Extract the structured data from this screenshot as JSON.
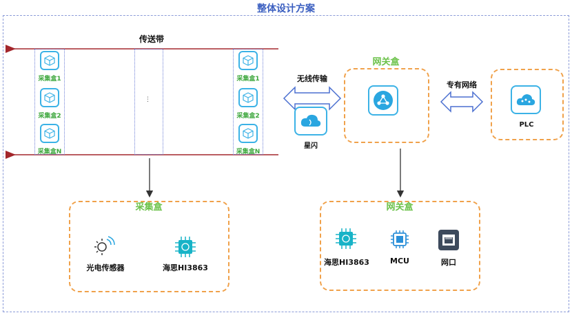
{
  "diagram": {
    "title": "整体设计方案",
    "belt": {
      "label": "传送带",
      "dots": "⋮"
    },
    "left_column": {
      "slot1": "采集盒1",
      "slot2": "采集盒2",
      "slotN": "采集盒N"
    },
    "right_column": {
      "slot1": "采集盒1",
      "slot2": "采集盒2",
      "slotN": "采集盒N"
    },
    "wireless_label": "无线传输",
    "xingshan_label": "星闪",
    "gateway_label": "网关盒",
    "private_net_label": "专有网络",
    "plc_label": "PLC",
    "collector_box": {
      "title": "采集盒",
      "items": [
        "光电传感器",
        "海思HI3863"
      ]
    },
    "gateway_box": {
      "title": "网关盒",
      "items": [
        "海思HI3863",
        "MCU",
        "网口"
      ]
    }
  }
}
